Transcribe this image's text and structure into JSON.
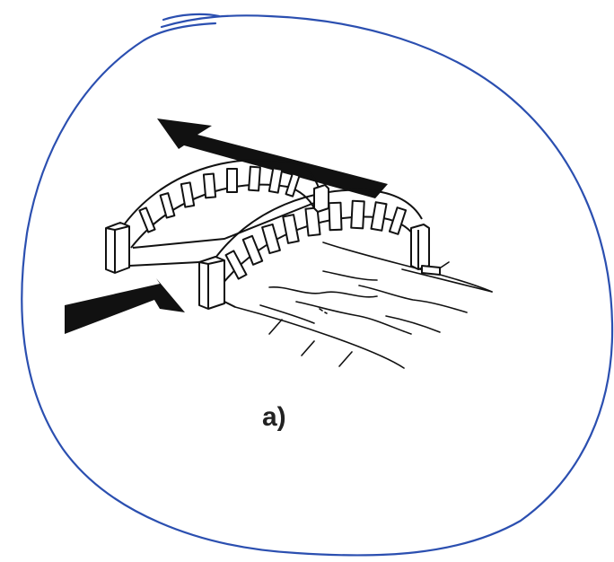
{
  "figure": {
    "caption": "a)",
    "outline_color": "#2b4fb0",
    "ink_color": "#111111",
    "icons": [
      "hand-drawn-circle-outline",
      "arch-bridge-illustration",
      "large-black-arrow",
      "small-black-arrow",
      "river-water"
    ]
  }
}
